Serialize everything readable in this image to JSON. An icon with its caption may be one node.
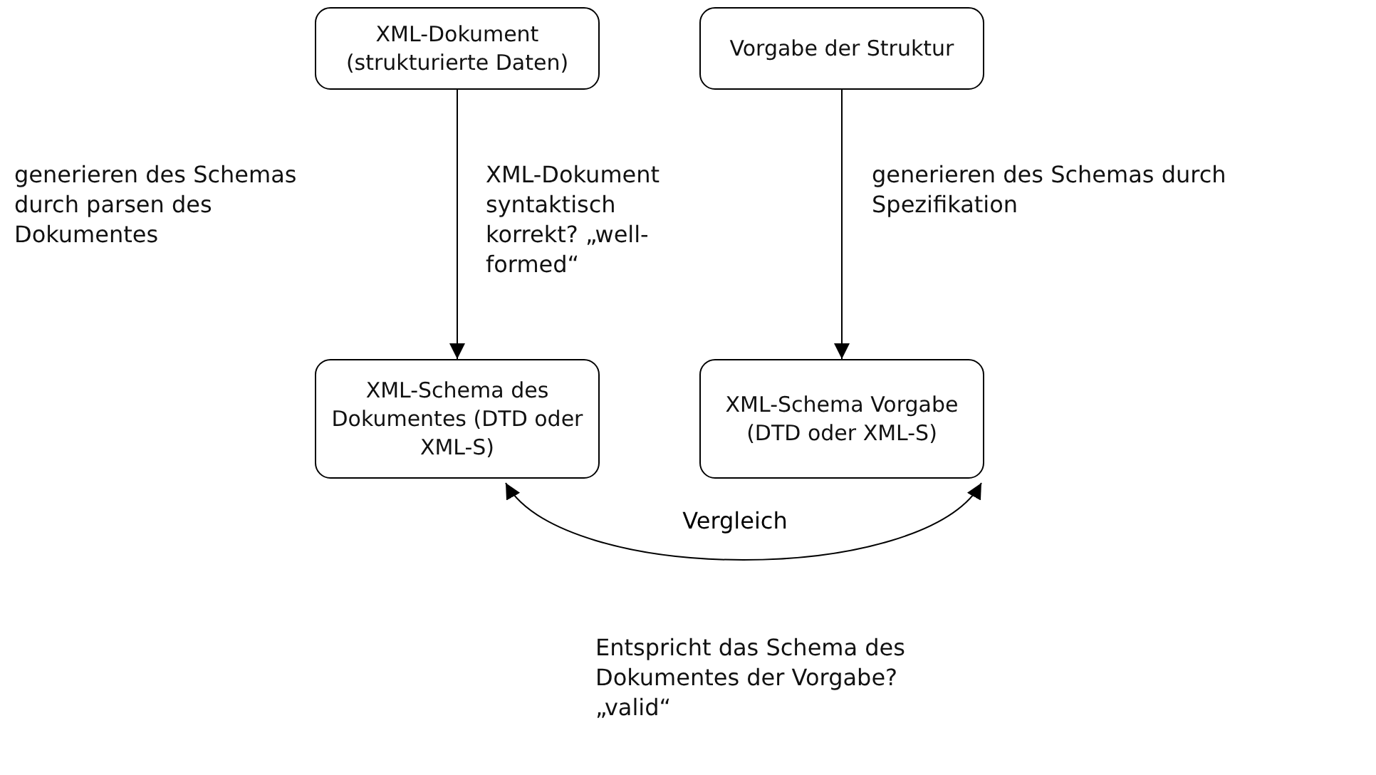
{
  "diagram": {
    "nodes": [
      {
        "text": [
          "XML-Dokument (strukturierte Daten)"
        ]
      },
      {
        "text": [
          "Vorgabe der Struktur"
        ]
      },
      {
        "text": [
          "XML-Schema des Dokumentes (DTD oder XML-S)"
        ]
      },
      {
        "text": [
          "XML-Schema Vorgabe (DTD oder XML-S)"
        ]
      }
    ],
    "edges": [
      {
        "from": 0,
        "to": 2,
        "arrow": "to"
      },
      {
        "from": 1,
        "to": 3,
        "arrow": "to"
      },
      {
        "from": 2,
        "to": 3,
        "arrow": "both",
        "label": "Vergleich"
      }
    ],
    "labels": [
      "generieren des Schemas durch parsen des Dokumentes",
      "XML-Dokument syntaktisch korrekt? „well-formed“",
      "generieren des Schemas durch Spezifikation",
      "Entspricht das Schema des Dokumentes der Vorgabe? „valid“"
    ]
  }
}
